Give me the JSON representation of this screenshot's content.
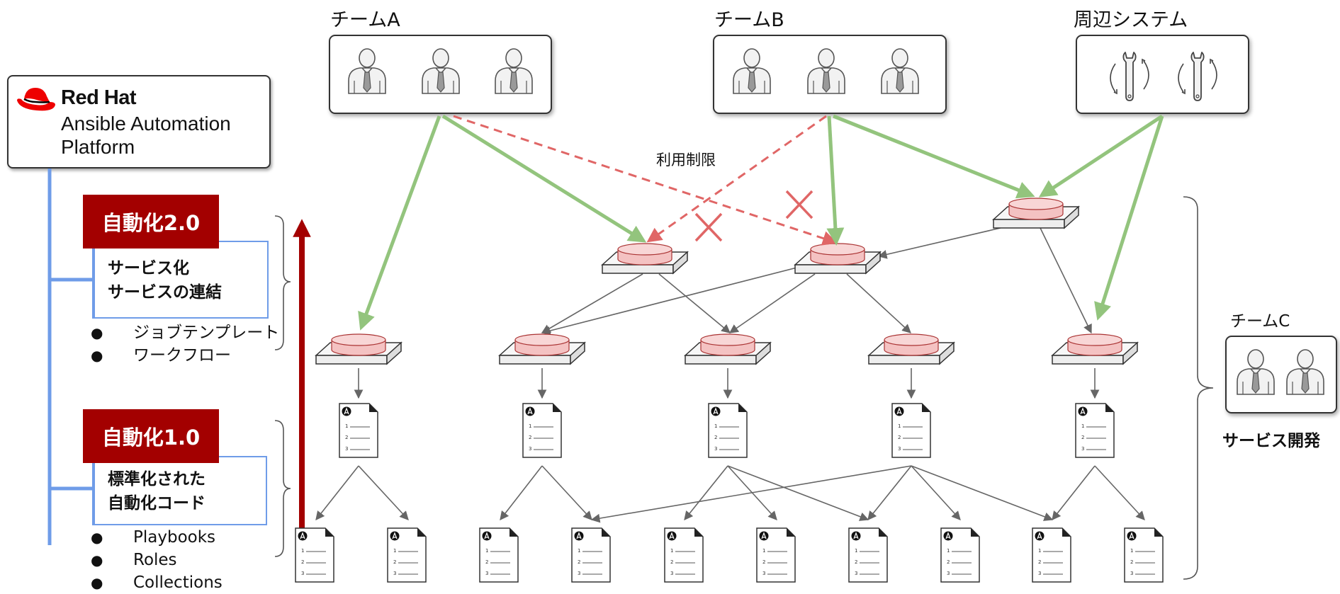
{
  "teams": {
    "team_a": "チームA",
    "team_b": "チームB",
    "peripheral": "周辺システム",
    "team_c": "チームC"
  },
  "product": {
    "brand": "Red Hat",
    "line1": "Ansible Automation",
    "line2": "Platform"
  },
  "tiers": {
    "v2": {
      "badge": "自動化2.0",
      "line1": "サービス化",
      "line2": "サービスの連結",
      "bullets": [
        "ジョブテンプレート",
        "ワークフロー"
      ]
    },
    "v1": {
      "badge": "自動化1.0",
      "line1": "標準化された",
      "line2": "自動化コード",
      "bullets": [
        "Playbooks",
        "Roles",
        "Collections"
      ]
    }
  },
  "labels": {
    "restriction": "利用制限",
    "service_dev": "サービス開発"
  },
  "colors": {
    "green": "#93c47d",
    "red_dashed": "#e06666",
    "dark_red": "#a30000",
    "blue": "#6f9ce8",
    "gray": "#666666",
    "disk": "#f4c2c2"
  },
  "icons": {
    "person": "person-icon",
    "wrench": "wrench-cycle-icon",
    "service": "service-disk-icon",
    "document": "playbook-document-icon",
    "logo": "redhat-logo-icon"
  }
}
